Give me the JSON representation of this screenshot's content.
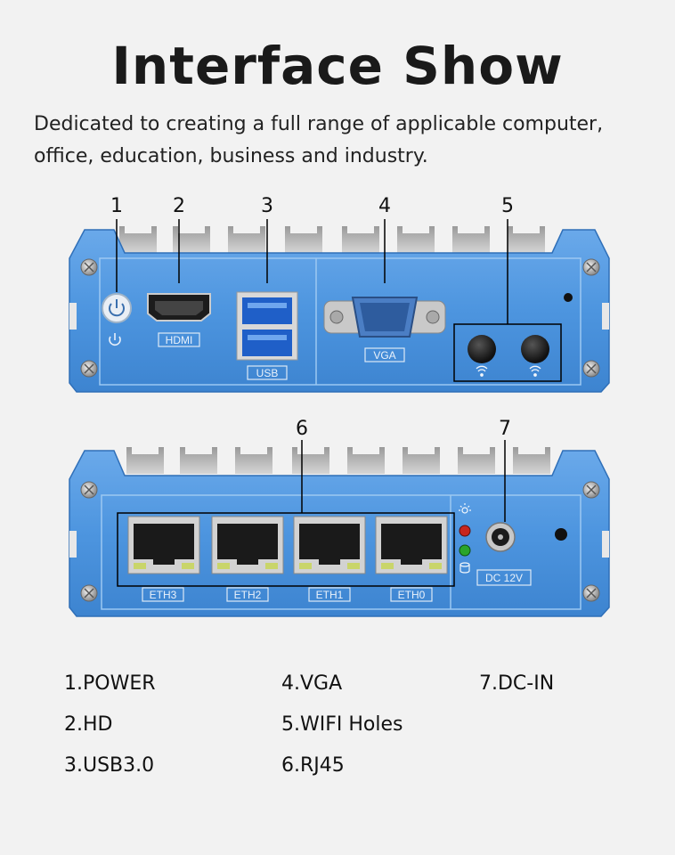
{
  "title": "Interface Show",
  "subtitle": "Dedicated to creating a full range of applicable computer, office, education, business and industry.",
  "callouts": {
    "c1": "1",
    "c2": "2",
    "c3": "3",
    "c4": "4",
    "c5": "5",
    "c6": "6",
    "c7": "7"
  },
  "port_labels": {
    "hdmi": "HDMI",
    "usb": "USB",
    "vga": "VGA",
    "eth3": "ETH3",
    "eth2": "ETH2",
    "eth1": "ETH1",
    "eth0": "ETH0",
    "dc": "DC 12V"
  },
  "legend": {
    "power": "1.POWER",
    "hd": "2.HD",
    "usb30": "3.USB3.0",
    "vga": "4.VGA",
    "wifi": "5.WIFI Holes",
    "rj45": "6.RJ45",
    "dcin": "7.DC-IN"
  },
  "colors": {
    "chassis": "#4b96e0",
    "chassis_dark": "#2f6fb8",
    "fin": "#b8b8b8",
    "usb_port": "#1f5fc8"
  }
}
